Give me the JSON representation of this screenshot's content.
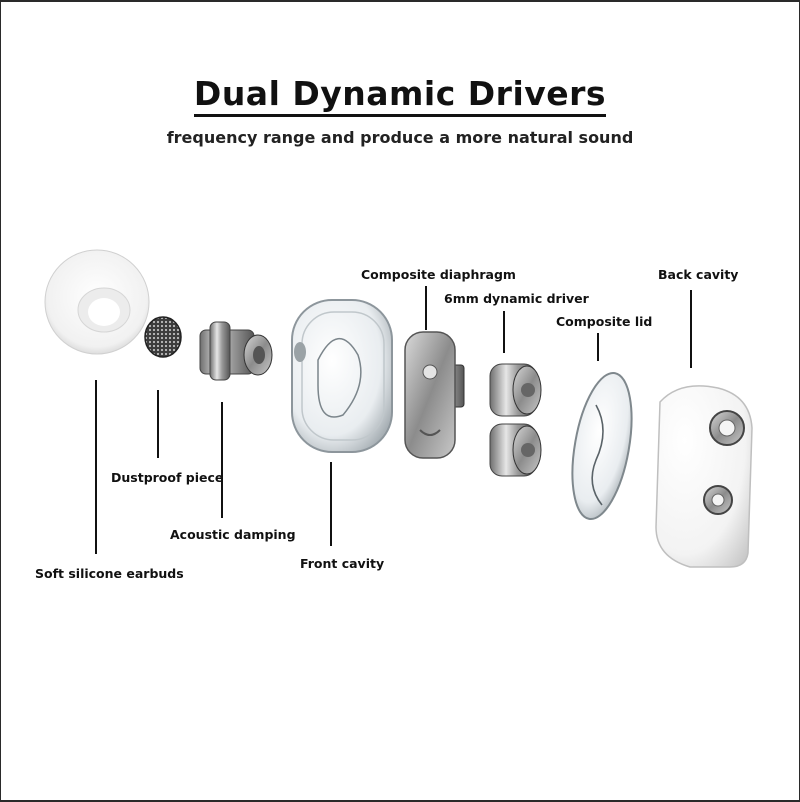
{
  "title": "Dual Dynamic Drivers",
  "subtitle": "frequency range and produce a more natural sound",
  "labels": {
    "composite_diaphragm": "Composite diaphragm",
    "back_cavity": "Back cavity",
    "dynamic_driver": "6mm dynamic driver",
    "composite_lid": "Composite lid",
    "dustproof_piece": "Dustproof piece",
    "acoustic_damping": "Acoustic damping",
    "front_cavity": "Front cavity",
    "soft_silicone_earbuds": "Soft silicone earbuds"
  }
}
